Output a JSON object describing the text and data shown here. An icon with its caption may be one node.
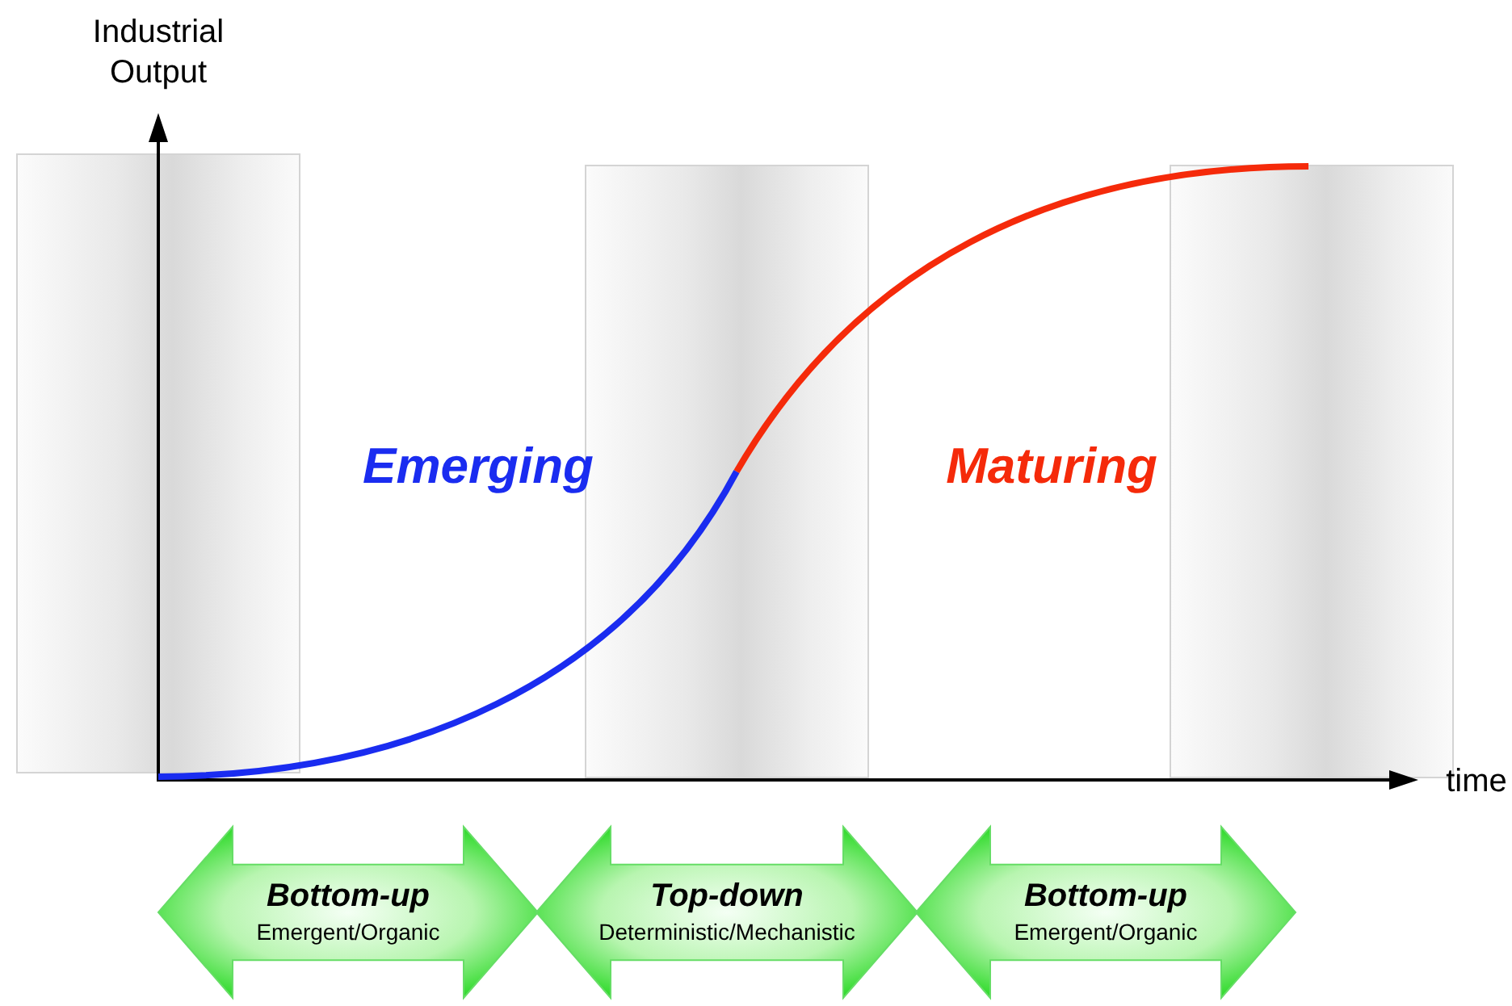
{
  "diagram": {
    "nodes": [
      {
        "text": [
          "Bottom-up",
          "Emergent/Organic"
        ]
      },
      {
        "text": [
          "Top-down",
          "Deterministic/Mechanistic"
        ]
      },
      {
        "text": [
          "Bottom-up",
          "Emergent/Organic"
        ]
      }
    ],
    "labels": [
      "Industrial Output",
      "Emerging",
      "Maturing",
      "time"
    ]
  }
}
